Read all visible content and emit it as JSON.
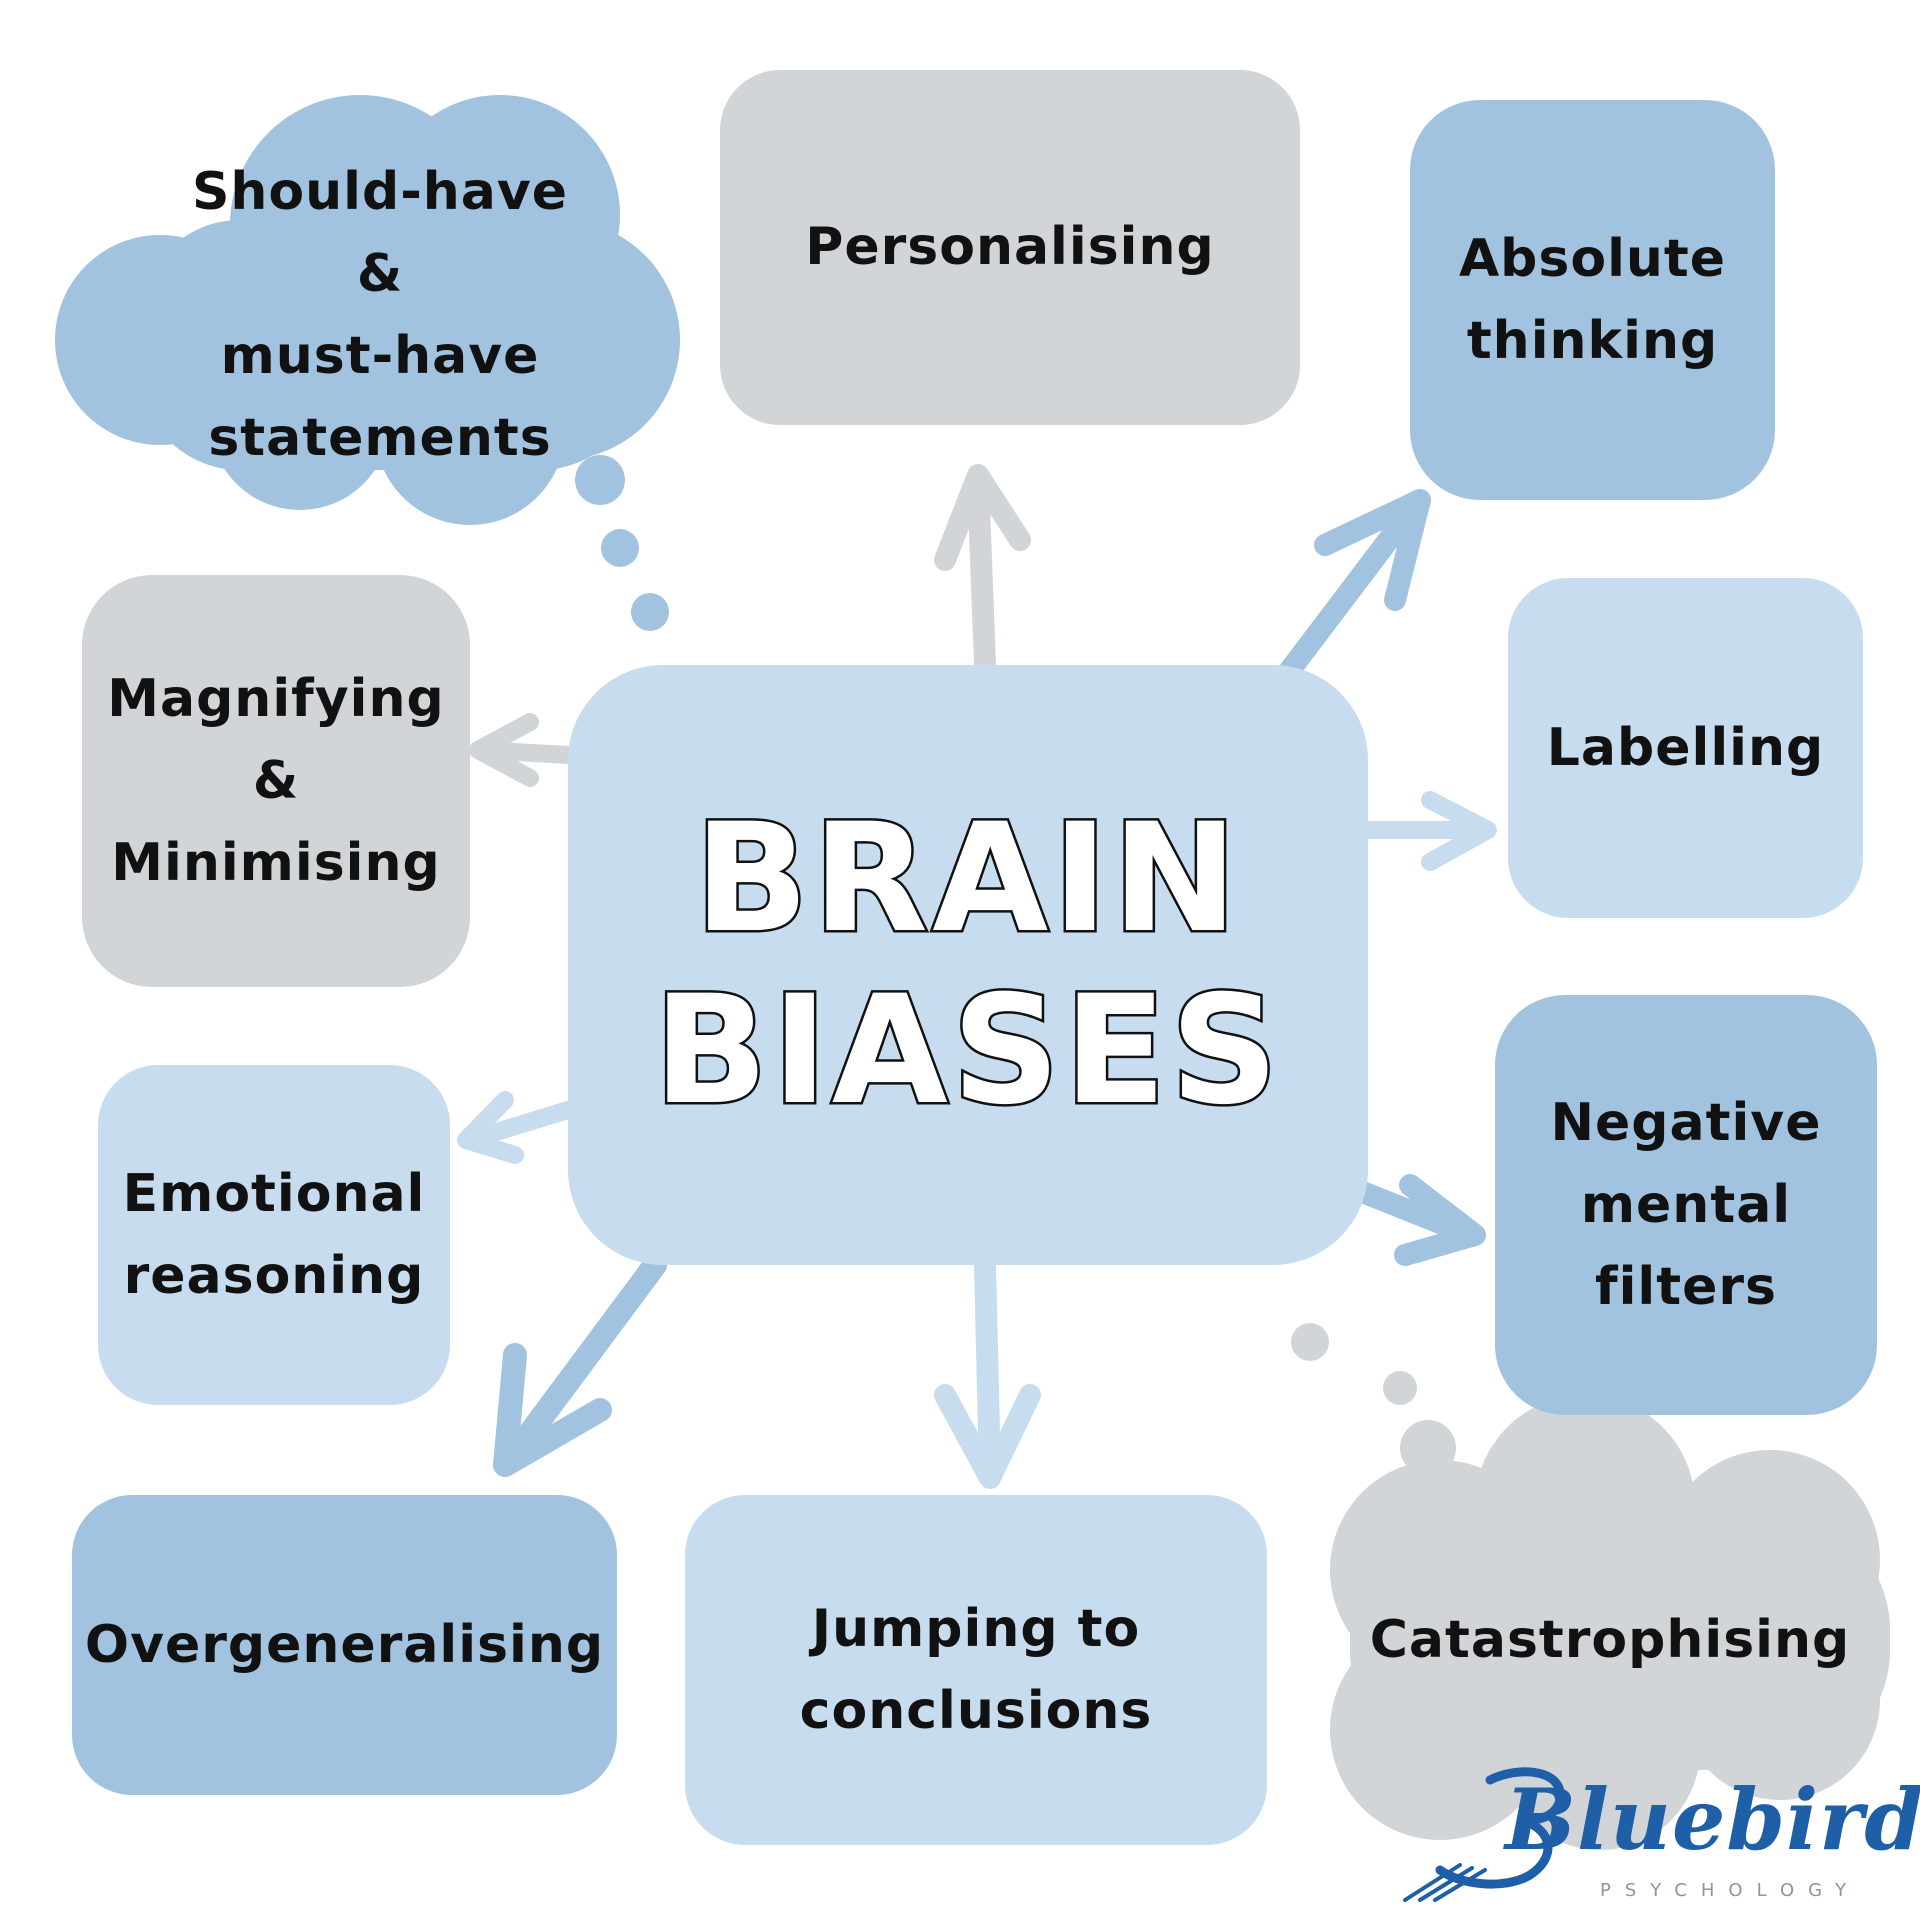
{
  "title": "BRAIN\nBIASES",
  "nodes": {
    "should_have": "Should-have &\nmust-have\nstatements",
    "personalising": "Personalising",
    "absolute": "Absolute\nthinking",
    "magnifying": "Magnifying\n&\nMinimising",
    "labelling": "Labelling",
    "emotional": "Emotional\nreasoning",
    "negative": "Negative\nmental\nfilters",
    "overgeneralising": "Overgeneralising",
    "jumping": "Jumping to\nconclusions",
    "catastrophising": "Catastrophising"
  },
  "logo": {
    "name": "Bluebird",
    "sub": "PSYCHOLOGY"
  },
  "colors": {
    "box_mid": "#a2c3e0",
    "box_light": "#c7ddef",
    "box_gray": "#d2d5d7",
    "arrow_blue": "#a2c3e0",
    "arrow_gray": "#d2d5d7",
    "logo_blue": "#1f5fa8"
  }
}
